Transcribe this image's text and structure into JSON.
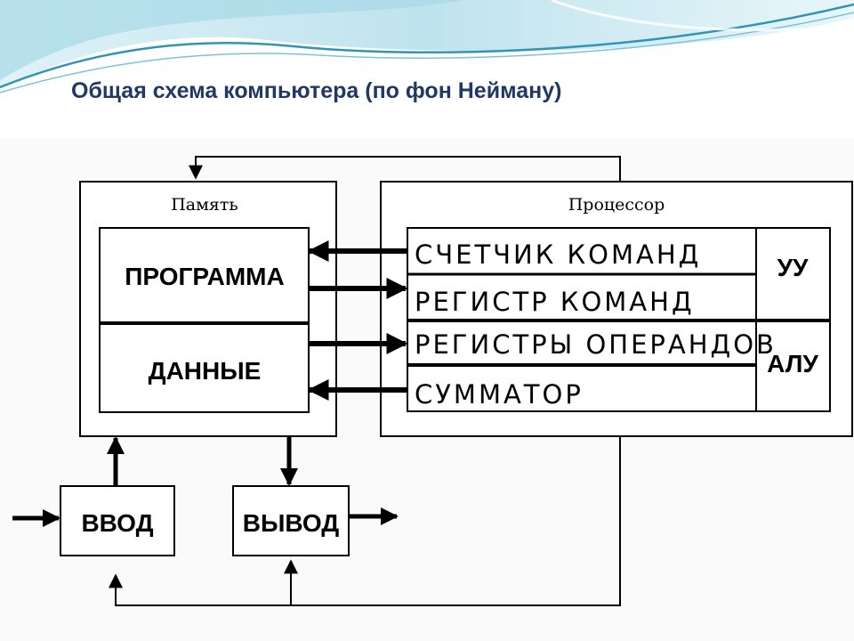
{
  "slide": {
    "title": "Общая схема компьютера (по фон Нейману)"
  },
  "diagram": {
    "memory_label": "Память",
    "processor_label": "Процессор",
    "program_label": "ПРОГРАММА",
    "data_label": "ДАННЫЕ",
    "registers": [
      "СЧЕТЧИК КОМАНД",
      "РЕГИСТР КОМАНД",
      "РЕГИСТРЫ ОПЕРАНДОВ",
      "СУММАТОР"
    ],
    "control_unit_label": "УУ",
    "alu_label": "АЛУ",
    "input_label": "ВВОД",
    "output_label": "ВЫВОД"
  },
  "colors": {
    "title": "#1f3864",
    "wave_light": "#bfe3ee",
    "wave_mid": "#7cc3d8",
    "wave_dark": "#2f95b5"
  }
}
